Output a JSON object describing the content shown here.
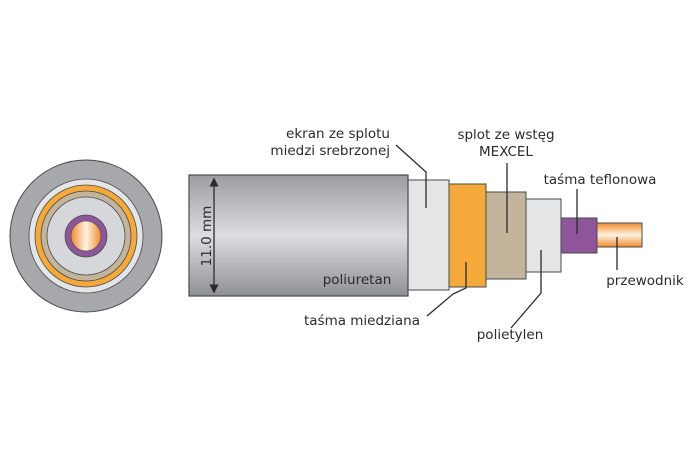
{
  "diagram": {
    "title": "Coaxial cable construction",
    "dimension_label": "11.0 mm",
    "colors": {
      "jacket": "#a7a8ab",
      "shield": "#e4e5e7",
      "copper_tape": "#f5a93b",
      "mexcel_braid": "#c2b59b",
      "dielectric": "#e4e5e7",
      "teflon_tape": "#8e559b",
      "conductor": "#f3a15a",
      "outline": "#4a4a4a"
    },
    "labels": {
      "jacket": "poliuretan",
      "shield_line1": "ekran ze splotu",
      "shield_line2": "miedzi srebrzonej",
      "copper_tape": "taśma miedziana",
      "mexcel_line1": "splot ze wstęg",
      "mexcel_line2": "MEXCEL",
      "dielectric": "polietylen",
      "teflon_tape": "taśma teflonowa",
      "conductor": "przewodnik"
    }
  }
}
